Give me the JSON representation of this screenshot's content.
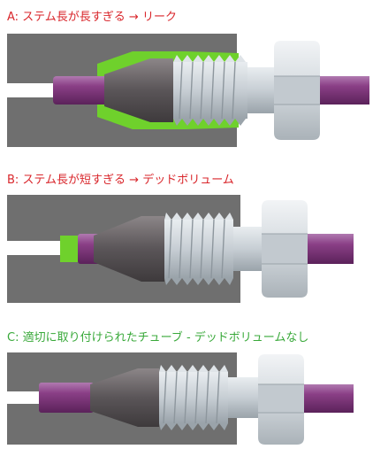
{
  "captions": {
    "a": "A: ステム長が長すぎる → リーク",
    "b": "B: ステム長が短すぎる → デッドボリューム",
    "c": "C: 適切に取り付けられたチューブ - デッドボリュームなし"
  },
  "colors": {
    "caption_error": "#d9262b",
    "caption_ok": "#39a93a",
    "port_body": "#6e6e6e",
    "tubing": "#8a3f86",
    "ferrule": "#5a5558",
    "thread": "#cfd6dc",
    "nut": "#d8dde2",
    "leak_highlight": "#6fd12c"
  }
}
